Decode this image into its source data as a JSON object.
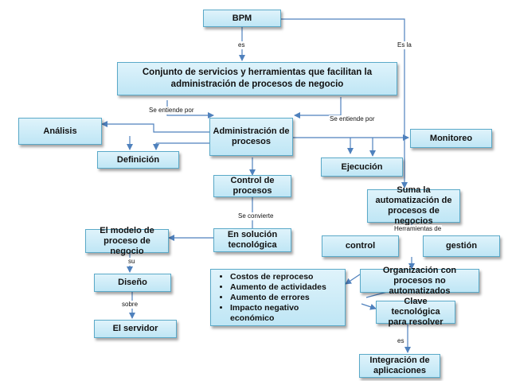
{
  "nodes": {
    "bpm": "BPM",
    "conjunto": "Conjunto de servicios y herramientas que facilitan la\nadministración de procesos de negocio",
    "analisis": "Análisis",
    "administracion": "Administración de\nprocesos",
    "monitoreo": "Monitoreo",
    "definicion": "Definición",
    "ejecucion": "Ejecución",
    "control_procesos": "Control de\nprocesos",
    "suma": "Suma la\nautomatización de\nprocesos de negocios",
    "modelo": "El modelo de\nproceso de negocio",
    "solucion": "En solución\ntecnológica",
    "control": "control",
    "gestion": "gestión",
    "diseno": "Diseño",
    "organizacion": "Organización con procesos no\nautomatizados",
    "clave": "Clave tecnológica\npara resolver",
    "servidor": "El servidor",
    "integracion": "Integración de\naplicaciones",
    "problemas": [
      "Costos de reproceso",
      "Aumento de actividades",
      "Aumento de errores",
      "Impacto negativo económico"
    ]
  },
  "edge_labels": {
    "es_1": "es",
    "es_la": "Es la",
    "se_entiende_1": "Se entiende por",
    "se_entiende_2": "Se entiende por",
    "se_convierte": "Se convierte",
    "herramientas": "Herramientas de",
    "su": "su",
    "sobre": "sobre",
    "es_2": "es"
  },
  "colors": {
    "box_border": "#5aa9c8",
    "line": "#4f81bd"
  }
}
